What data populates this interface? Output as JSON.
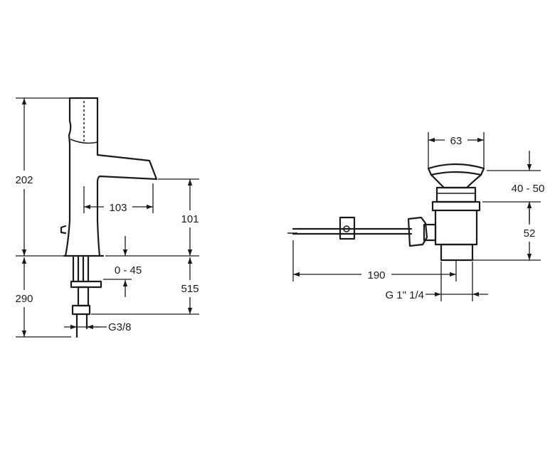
{
  "faucet": {
    "dim_height_top": "202",
    "dim_height_bottom": "290",
    "dim_reach": "103",
    "dim_spout_height": "101",
    "dim_deck_thickness": "0 - 45",
    "dim_supply_length": "515",
    "dim_supply_thread": "G3/8"
  },
  "waste": {
    "dim_head_diameter": "63",
    "dim_body_range": "40 - 50",
    "dim_lower_height": "52",
    "dim_rod_length": "190",
    "dim_thread": "G 1\" 1/4"
  }
}
